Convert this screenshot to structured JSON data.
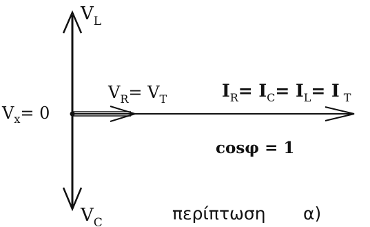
{
  "labels": {
    "vl": {
      "main": "V",
      "sub": "L"
    },
    "vc": {
      "main": "V",
      "sub": "C"
    },
    "vx": {
      "main": "V",
      "sub": "x",
      "rest": "= 0"
    },
    "vr_vt": {
      "main1": "V",
      "sub1": "R",
      "eq": "= V",
      "sub2": "T"
    },
    "currents": {
      "i1": "I",
      "s1": "R",
      "eq1": "= I",
      "s2": "C",
      "eq2": "= I",
      "s3": "L",
      "eq3": "= I",
      "s4": "T"
    },
    "cos": "cosφ = 1"
  },
  "caption": {
    "case_word": "περίπτωση",
    "case_letter": "α)"
  }
}
